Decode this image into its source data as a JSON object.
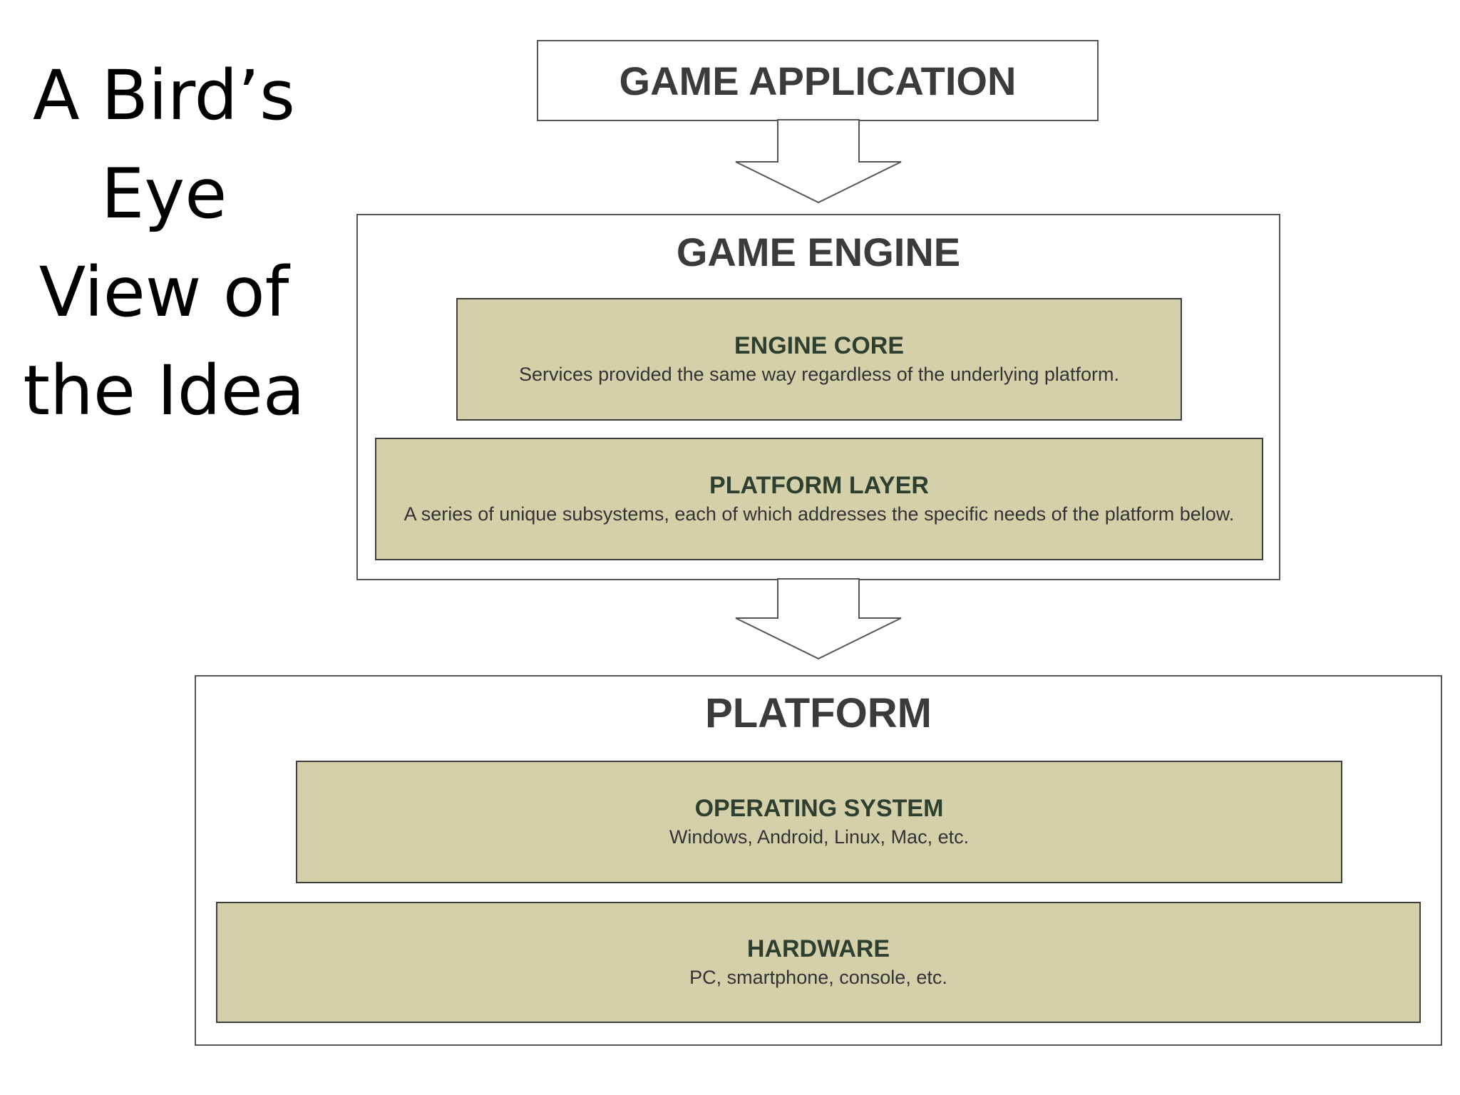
{
  "slide_title": [
    "A Bird’s",
    "Eye",
    "View of",
    "the Idea"
  ],
  "game_application": {
    "title": "GAME APPLICATION"
  },
  "game_engine": {
    "title": "GAME ENGINE",
    "engine_core": {
      "title": "ENGINE CORE",
      "description": "Services provided the same way regardless of the underlying platform."
    },
    "platform_layer": {
      "title": "PLATFORM LAYER",
      "description": "A series of unique subsystems, each of which addresses the specific needs of the platform below."
    }
  },
  "platform": {
    "title": "PLATFORM",
    "operating_system": {
      "title": "OPERATING SYSTEM",
      "description": "Windows, Android, Linux, Mac, etc."
    },
    "hardware": {
      "title": "HARDWARE",
      "description": "PC, smartphone, console, etc."
    }
  },
  "colors": {
    "layer_fill": "#d4d1aa",
    "outline": "#555555"
  }
}
